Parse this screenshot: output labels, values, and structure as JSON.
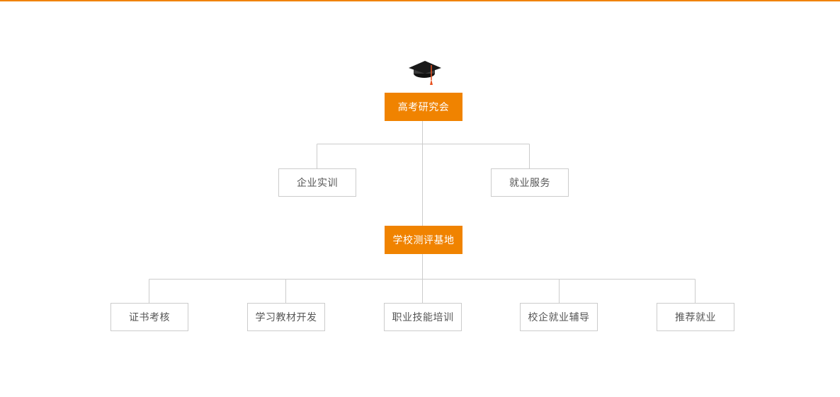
{
  "colors": {
    "accent": "#f08300",
    "connector": "#cccccc",
    "box_border": "#cccccc",
    "box_text": "#555555",
    "primary_text": "#ffffff"
  },
  "icons": {
    "top": "graduation-cap-icon"
  },
  "org": {
    "root": {
      "label": "高考研究会"
    },
    "branches_level1": [
      {
        "label": "企业实训"
      },
      {
        "label": "就业服务"
      }
    ],
    "hub": {
      "label": "学校测评基地"
    },
    "branches_level2": [
      {
        "label": "证书考核"
      },
      {
        "label": "学习教材开发"
      },
      {
        "label": "职业技能培训"
      },
      {
        "label": "校企就业辅导"
      },
      {
        "label": "推荐就业"
      }
    ]
  }
}
